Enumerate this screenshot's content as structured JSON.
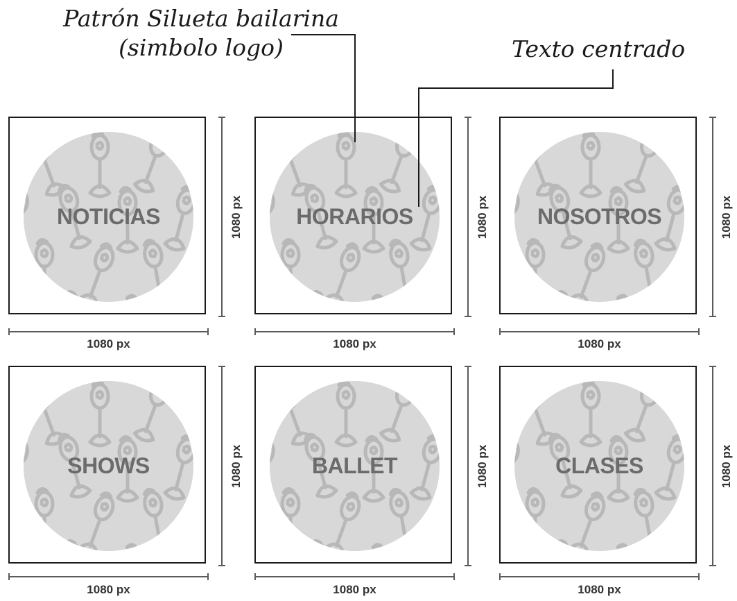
{
  "annotations": {
    "pattern_line1": "Patrón Silueta bailarina",
    "pattern_line2": "(simbolo logo)",
    "centered_text": "Texto centrado"
  },
  "tiles": [
    {
      "label": "NOTICIAS",
      "width_label": "1080 px",
      "height_label": "1080 px"
    },
    {
      "label": "HORARIOS",
      "width_label": "1080 px",
      "height_label": "1080 px"
    },
    {
      "label": "NOSOTROS",
      "width_label": "1080 px",
      "height_label": "1080 px"
    },
    {
      "label": "SHOWS",
      "width_label": "1080 px",
      "height_label": "1080 px"
    },
    {
      "label": "BALLET",
      "width_label": "1080 px",
      "height_label": "1080 px"
    },
    {
      "label": "CLASES",
      "width_label": "1080 px",
      "height_label": "1080 px"
    }
  ],
  "colors": {
    "circle_fill": "#d8d8d8",
    "pattern_stroke": "#b8b8b8",
    "label_text": "#6b6b6b",
    "frame_border": "#1a1a1a",
    "dimension_line": "#5a5a5a"
  },
  "icons": {
    "pattern_motif": "ballerina-silhouette-icon"
  }
}
